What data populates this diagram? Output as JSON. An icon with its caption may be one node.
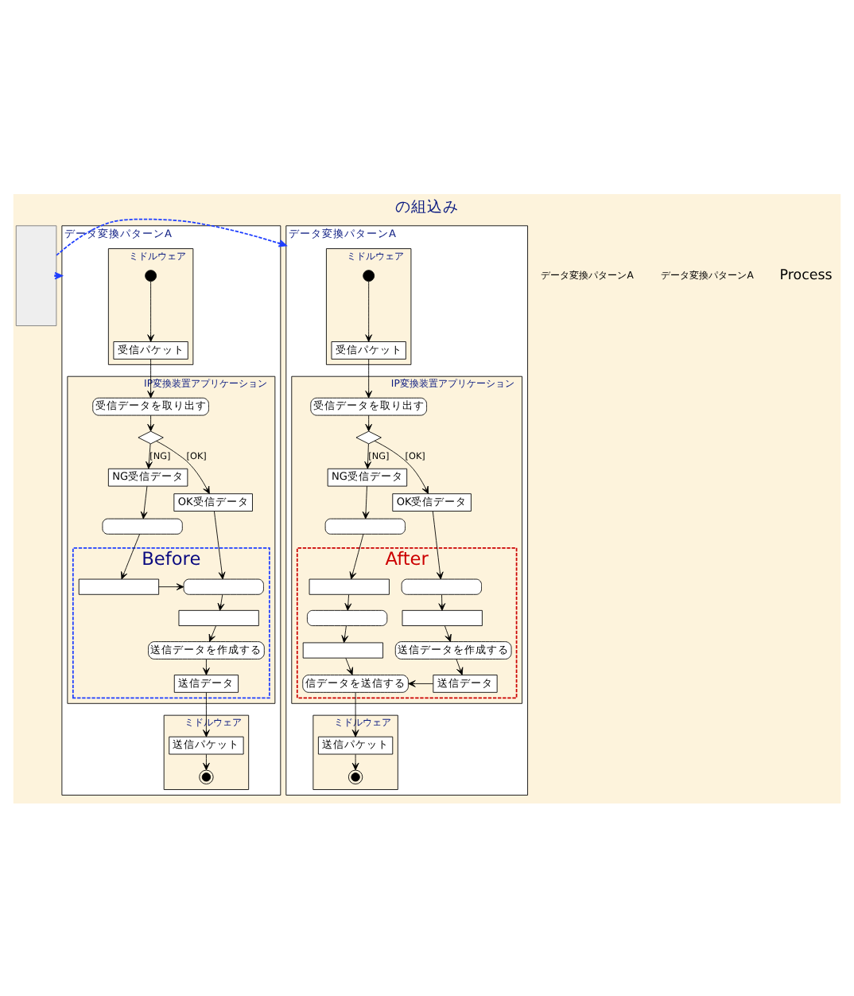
{
  "diagram": {
    "title": "の組込み",
    "nodes": [
      {
        "text": [],
        "shape": "box"
      },
      {
        "text": [
          "データ変換パターンA"
        ]
      },
      {
        "text": [
          "ミドルウェア"
        ],
        "in": 1
      },
      {
        "text": [
          "IP変換装置アプリケーション"
        ],
        "in": 1
      },
      {
        "text": [
          "ミドルウェア"
        ],
        "in": 1
      },
      {
        "text": [],
        "shape": "circle",
        "in": 2
      },
      {
        "text": [
          "受信パケット"
        ],
        "in": 2
      },
      {
        "text": [
          "受信データを取り出す"
        ],
        "in": 3
      },
      {
        "text": [],
        "shape": "diamond",
        "in": 3
      },
      {
        "text": [
          "NG受信データ"
        ],
        "in": 3
      },
      {
        "text": [
          "OK受信データ"
        ],
        "in": 3
      },
      {
        "text": [],
        "shape": "box",
        "in": 3
      },
      {
        "text": [
          "Before"
        ],
        "in": 3
      },
      {
        "text": [],
        "shape": "box",
        "in": 12
      },
      {
        "text": [],
        "shape": "box",
        "in": 12
      },
      {
        "text": [],
        "shape": "box",
        "in": 12
      },
      {
        "text": [
          "送信データを作成する"
        ],
        "in": 12
      },
      {
        "text": [
          "送信データ"
        ],
        "in": 12
      },
      {
        "text": [
          "送信パケット"
        ],
        "in": 4
      },
      {
        "text": [],
        "shape": "circle",
        "in": 4
      },
      {
        "text": [
          "データ変換パターンA"
        ]
      },
      {
        "text": [
          "ミドルウェア"
        ],
        "in": 20
      },
      {
        "text": [
          "IP変換装置アプリケーション"
        ],
        "in": 20
      },
      {
        "text": [
          "ミドルウェア"
        ],
        "in": 20
      },
      {
        "text": [],
        "shape": "circle",
        "in": 21
      },
      {
        "text": [
          "受信パケット"
        ],
        "in": 21
      },
      {
        "text": [
          "受信データを取り出す"
        ],
        "in": 22
      },
      {
        "text": [],
        "shape": "diamond",
        "in": 22
      },
      {
        "text": [
          "NG受信データ"
        ],
        "in": 22
      },
      {
        "text": [
          "OK受信データ"
        ],
        "in": 22
      },
      {
        "text": [],
        "shape": "box",
        "in": 22
      },
      {
        "text": [
          "After"
        ],
        "in": 22
      },
      {
        "text": [],
        "shape": "box",
        "in": 31
      },
      {
        "text": [],
        "shape": "box",
        "in": 31
      },
      {
        "text": [],
        "shape": "box",
        "in": 31
      },
      {
        "text": [],
        "shape": "box",
        "in": 31
      },
      {
        "text": [
          "送信データを作成する"
        ],
        "in": 31
      },
      {
        "text": [],
        "shape": "box",
        "in": 31
      },
      {
        "text": [
          "送信データ"
        ],
        "in": 31
      },
      {
        "text": [
          "信データを送信する"
        ],
        "in": 31
      },
      {
        "text": [
          "送信パケット"
        ],
        "in": 23
      },
      {
        "text": [],
        "shape": "circle",
        "in": 23
      }
    ],
    "edges": [
      {
        "from": 0,
        "to": 1,
        "arrow": "to",
        "style": "dashed",
        "color": "#1f3fff"
      },
      {
        "from": 0,
        "to": 20,
        "arrow": "to",
        "style": "dashed",
        "color": "#1f3fff"
      },
      {
        "from": 5,
        "to": 6,
        "arrow": "to"
      },
      {
        "from": 6,
        "to": 7,
        "arrow": "to"
      },
      {
        "from": 7,
        "to": 8,
        "arrow": "to"
      },
      {
        "from": 8,
        "to": 9,
        "arrow": "to",
        "label": "[NG]"
      },
      {
        "from": 8,
        "to": 10,
        "arrow": "to",
        "label": "[OK]"
      },
      {
        "from": 9,
        "to": 11,
        "arrow": "to"
      },
      {
        "from": 11,
        "to": 14,
        "arrow": "to"
      },
      {
        "from": 14,
        "to": 13,
        "arrow": "to"
      },
      {
        "from": 10,
        "to": 13,
        "arrow": "to"
      },
      {
        "from": 13,
        "to": 15,
        "arrow": "to"
      },
      {
        "from": 15,
        "to": 16,
        "arrow": "to"
      },
      {
        "from": 16,
        "to": 17,
        "arrow": "to"
      },
      {
        "from": 17,
        "to": 18,
        "arrow": "to"
      },
      {
        "from": 18,
        "to": 19,
        "arrow": "to"
      },
      {
        "from": 24,
        "to": 25,
        "arrow": "to"
      },
      {
        "from": 25,
        "to": 26,
        "arrow": "to"
      },
      {
        "from": 26,
        "to": 27,
        "arrow": "to"
      },
      {
        "from": 27,
        "to": 28,
        "arrow": "to",
        "label": "[NG]"
      },
      {
        "from": 27,
        "to": 29,
        "arrow": "to",
        "label": "[OK]"
      },
      {
        "from": 28,
        "to": 30,
        "arrow": "to"
      },
      {
        "from": 29,
        "to": 32,
        "arrow": "to"
      },
      {
        "from": 30,
        "to": 33,
        "arrow": "to"
      },
      {
        "from": 32,
        "to": 34,
        "arrow": "to"
      },
      {
        "from": 34,
        "to": 36,
        "arrow": "to"
      },
      {
        "from": 33,
        "to": 35,
        "arrow": "to"
      },
      {
        "from": 35,
        "to": 37,
        "arrow": "to"
      },
      {
        "from": 36,
        "to": 38,
        "arrow": "to"
      },
      {
        "from": 37,
        "to": 39,
        "arrow": "to"
      },
      {
        "from": 38,
        "to": 39,
        "arrow": "to"
      },
      {
        "from": 39,
        "to": 40,
        "arrow": "to"
      },
      {
        "from": 40,
        "to": 41,
        "arrow": "to"
      }
    ],
    "labels": [
      "データ変換パターンA",
      "データ変換パターンA",
      "Process"
    ]
  }
}
